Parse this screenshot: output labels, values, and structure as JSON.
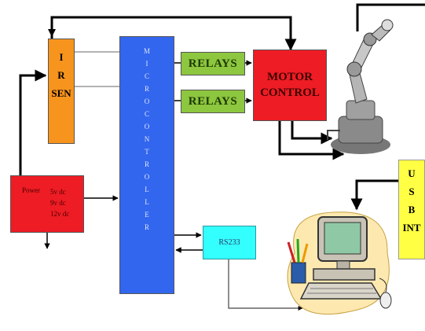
{
  "blocks": {
    "ir_sensor": {
      "lines": [
        "I",
        "R",
        "SEN"
      ]
    },
    "microcontroller": {
      "letters": [
        "M",
        "I",
        "C",
        "R",
        "O",
        "C",
        "O",
        "N",
        "T",
        "R",
        "O",
        "L",
        "L",
        "E",
        "R"
      ]
    },
    "relay_top": "RELAYS",
    "relay_bottom": "RELAYS",
    "motor_control": {
      "line1": "MOTOR",
      "line2": "CONTROL"
    },
    "power": {
      "label": "Power",
      "voltages": [
        "5v dc",
        "9v dc",
        "12v dc"
      ]
    },
    "rs232": "RS233",
    "usb": {
      "lines": [
        "U",
        "S",
        "B",
        "INT"
      ]
    }
  },
  "pictures": [
    "robot-arm",
    "computer-with-pencils"
  ],
  "colors": {
    "ir_sensor": "#f7941d",
    "microcontroller": "#3366ee",
    "relays": "#8dc63f",
    "motor_control": "#ee1c24",
    "power": "#ee1c24",
    "rs232": "#33ffff",
    "usb": "#ffff44",
    "lines": "#000000"
  }
}
